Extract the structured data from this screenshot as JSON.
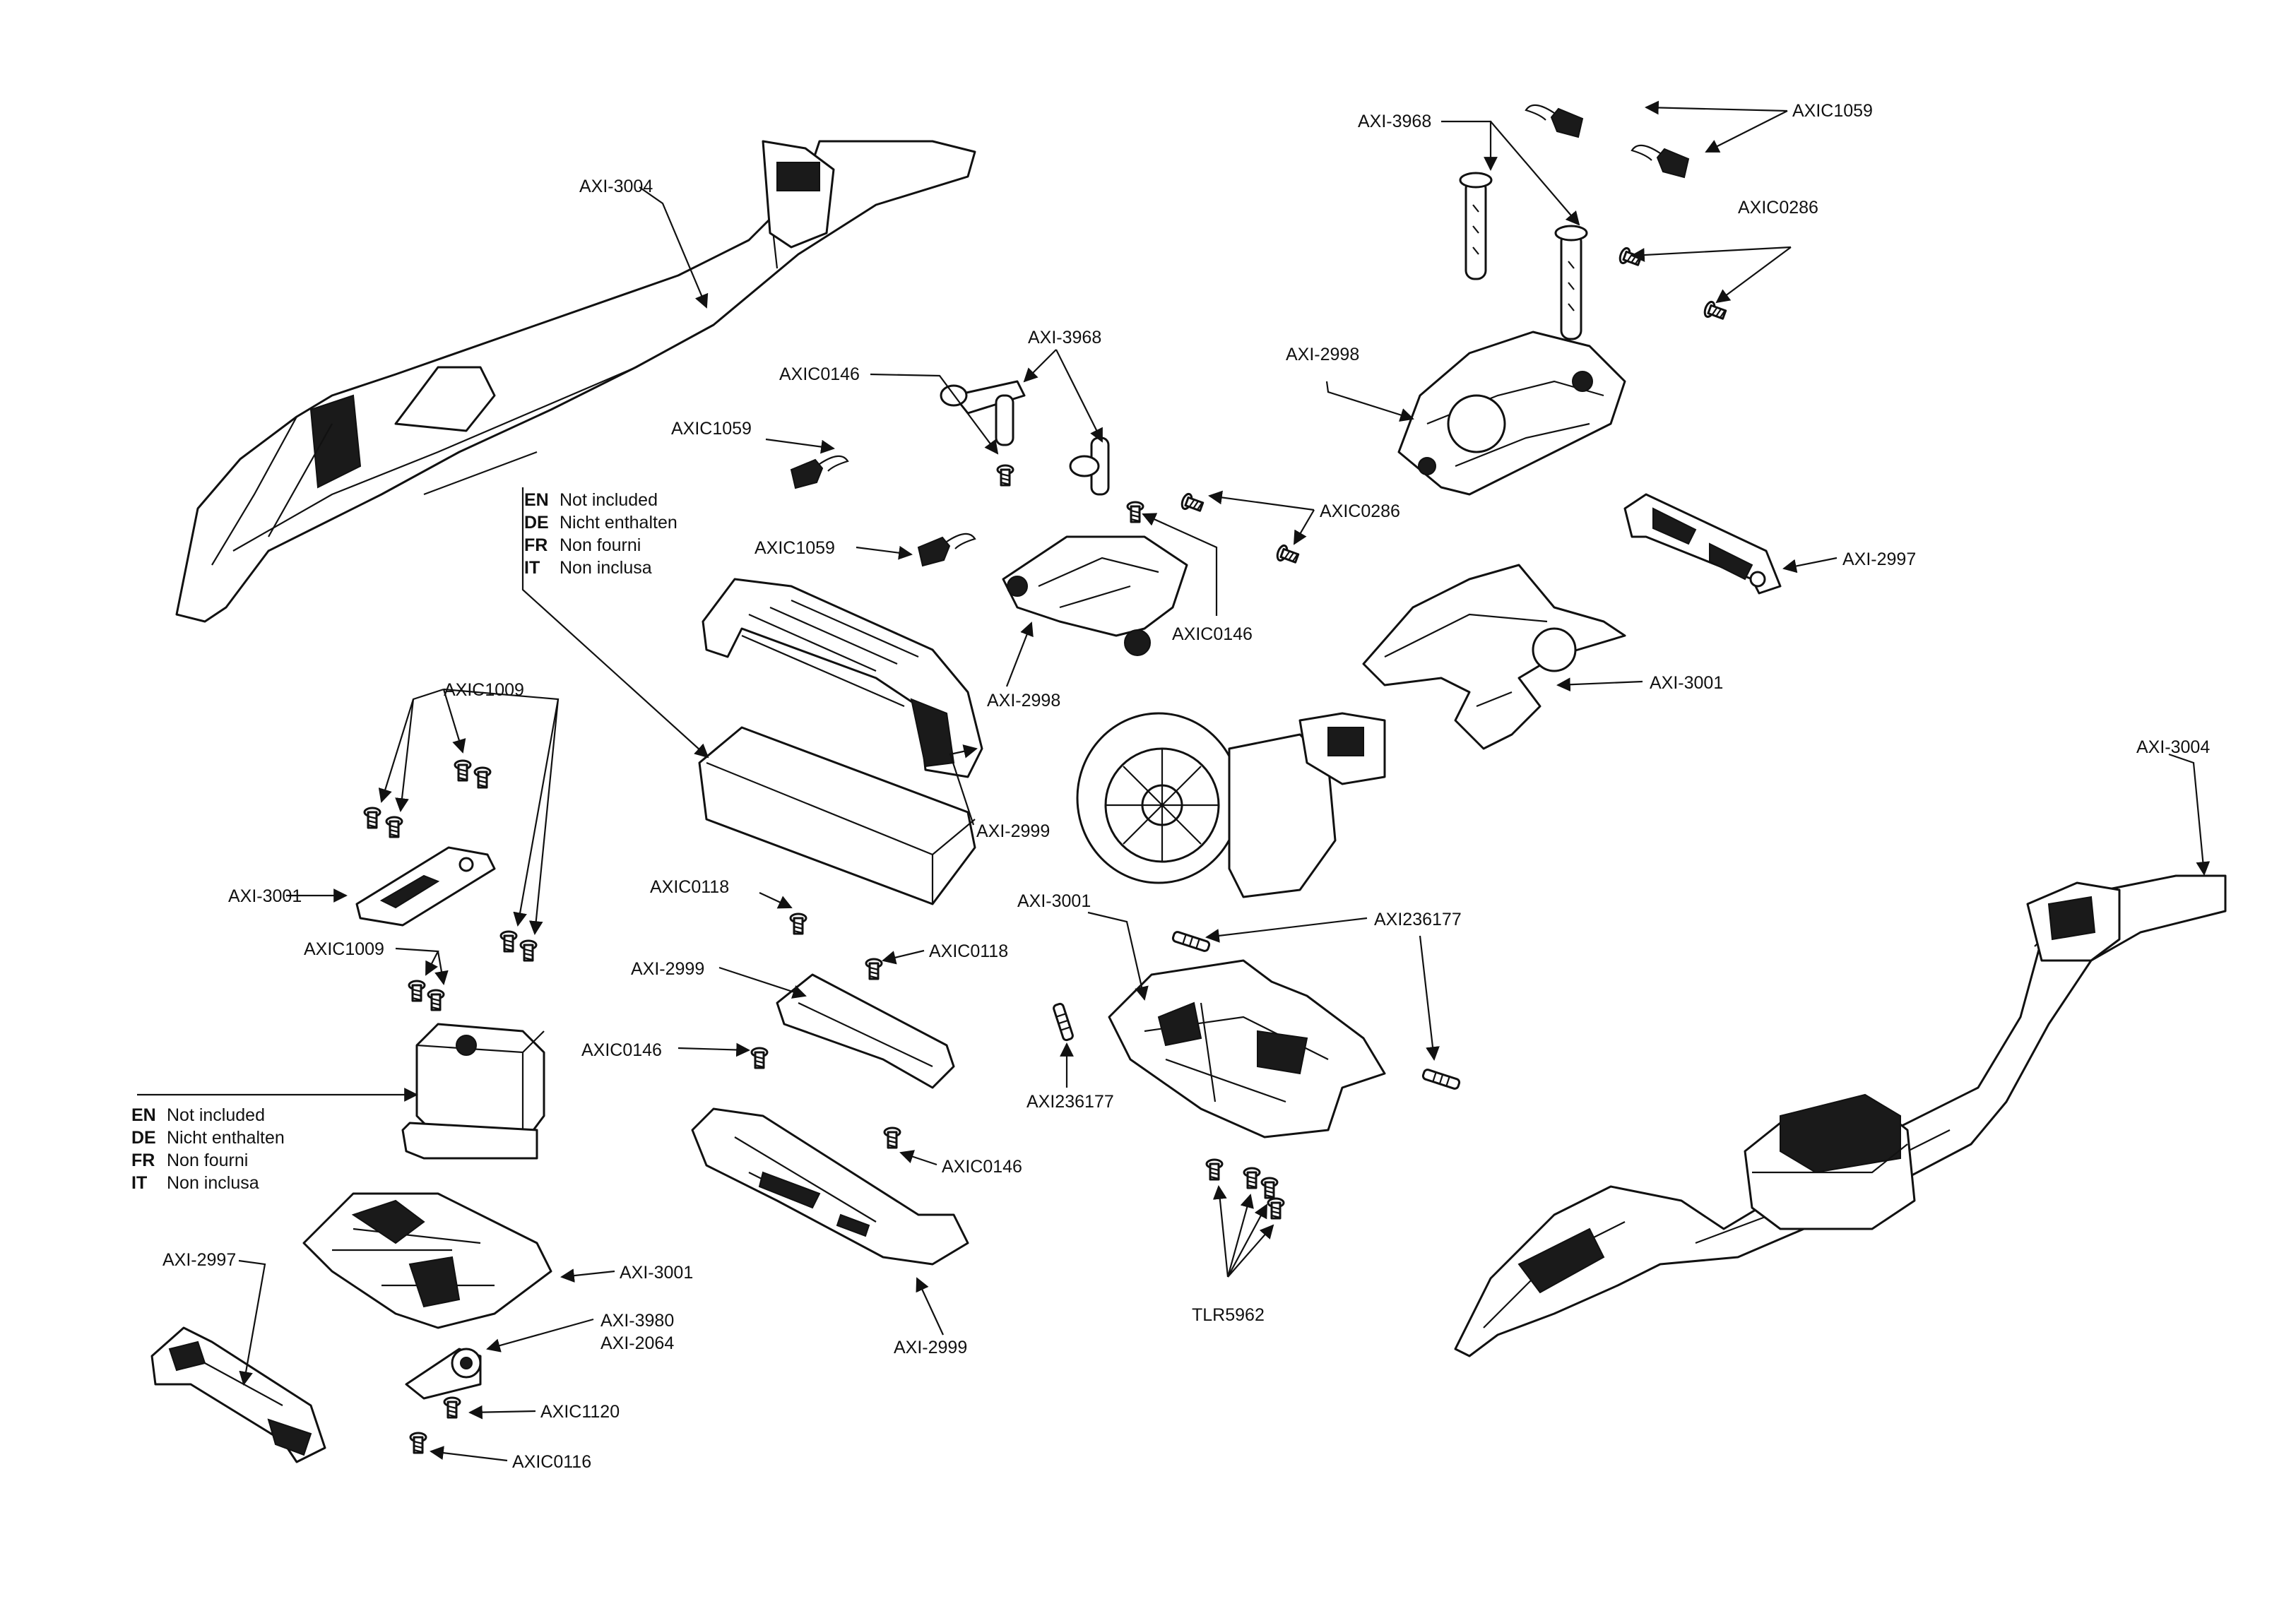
{
  "labels": {
    "axi3004_top": "AXI-3004",
    "axi3004_right": "AXI-3004",
    "axi3968_top": "AXI-3968",
    "axi3968_mid": "AXI-3968",
    "axic1059_top": "AXIC1059",
    "axic1059_a": "AXIC1059",
    "axic1059_b": "AXIC1059",
    "axic0286_top": "AXIC0286",
    "axic0286_mid": "AXIC0286",
    "axi2998_top": "AXI-2998",
    "axi2998_mid": "AXI-2998",
    "axic0146_top": "AXIC0146",
    "axic0146_mid": "AXIC0146",
    "axi2997_right": "AXI-2997",
    "axi3001_right": "AXI-3001",
    "axi2999_battery": "AXI-2999",
    "axic1009_a": "AXIC1009",
    "axi3001_left": "AXI-3001",
    "axic1009_b": "AXIC1009",
    "axic0118_a": "AXIC0118",
    "axic0118_b": "AXIC0118",
    "axi2999_a": "AXI-2999",
    "axic0146_a": "AXIC0146",
    "axic0146_b": "AXIC0146",
    "axi2999_b": "AXI-2999",
    "axi3001_center": "AXI-3001",
    "axi236177_a": "AXI236177",
    "axi236177_b": "AXI236177",
    "tlr5962": "TLR5962",
    "axi3001_lower": "AXI-3001",
    "axi2997_left": "AXI-2997",
    "axi3980": "AXI-3980",
    "axi2064": "AXI-2064",
    "axic1120": "AXIC1120",
    "axic0116": "AXIC0116"
  },
  "notes": {
    "upper": [
      {
        "code": "EN",
        "text": "Not included"
      },
      {
        "code": "DE",
        "text": "Nicht enthalten"
      },
      {
        "code": "FR",
        "text": "Non fourni"
      },
      {
        "code": "IT",
        "text": "Non inclusa"
      }
    ],
    "lower": [
      {
        "code": "EN",
        "text": "Not included"
      },
      {
        "code": "DE",
        "text": "Nicht enthalten"
      },
      {
        "code": "FR",
        "text": "Non fourni"
      },
      {
        "code": "IT",
        "text": "Non inclusa"
      }
    ]
  }
}
